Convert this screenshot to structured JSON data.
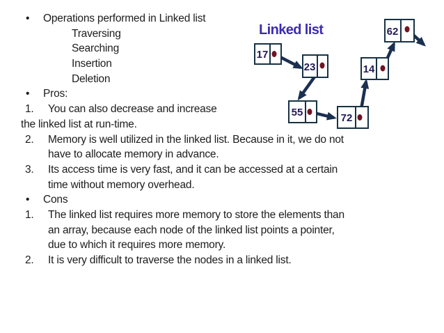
{
  "slide": {
    "background": "#ffffff",
    "text_color": "#1c1c1c",
    "content_lines": [
      {
        "style": "bullet",
        "marker": "•",
        "text": "Operations performed in Linked list"
      },
      {
        "style": "sub",
        "marker": "",
        "text": "Traversing"
      },
      {
        "style": "sub",
        "marker": "",
        "text": "Searching"
      },
      {
        "style": "sub",
        "marker": "",
        "text": "Insertion"
      },
      {
        "style": "sub",
        "marker": "",
        "text": "Deletion"
      },
      {
        "style": "bullet",
        "marker": "•",
        "text": "Pros:"
      },
      {
        "style": "num",
        "marker": "1.",
        "text": "You can also decrease and increase"
      },
      {
        "style": "flush",
        "marker": "",
        "text": "the linked list at run-time."
      },
      {
        "style": "num",
        "marker": "2.",
        "text": "Memory is well utilized in the linked list. Because in it, we do not"
      },
      {
        "style": "cont",
        "marker": "",
        "text": "have to allocate memory in advance."
      },
      {
        "style": "num",
        "marker": "3.",
        "text": "Its access time is very fast, and it can be accessed at a certain"
      },
      {
        "style": "cont",
        "marker": "",
        "text": "time without memory overhead."
      },
      {
        "style": "bullet",
        "marker": "•",
        "text": "Cons"
      },
      {
        "style": "num",
        "marker": "1.",
        "text": "The linked list requires more memory to store the elements than"
      },
      {
        "style": "cont",
        "marker": "",
        "text": "an array, because each node of the linked list points a pointer,"
      },
      {
        "style": "cont",
        "marker": "",
        "text": "due to which it requires more memory."
      },
      {
        "style": "num",
        "marker": "2.",
        "text": "It is very difficult to traverse the nodes in a linked list."
      }
    ],
    "diagram": {
      "title": "Linked list",
      "title_color": "#3b2cb0",
      "node_border_color": "#173244",
      "node_value_color": "#221a55",
      "arrow_color": "#1b2f52",
      "dot_color": "#701322",
      "node_order_note": "17 -> 23 -> 55 -> 72 -> 14 -> 62 -> out",
      "nodes": [
        {
          "value": "17"
        },
        {
          "value": "23"
        },
        {
          "value": "55"
        },
        {
          "value": "72"
        },
        {
          "value": "14"
        },
        {
          "value": "62"
        }
      ]
    }
  }
}
